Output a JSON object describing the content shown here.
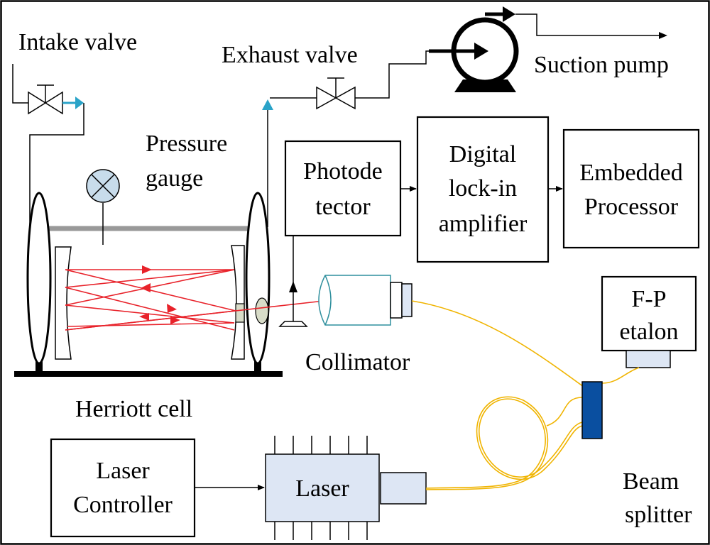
{
  "labels": {
    "intake_valve": "Intake valve",
    "exhaust_valve": "Exhaust valve",
    "suction_pump": "Suction pump",
    "pressure_gauge_line1": "Pressure",
    "pressure_gauge_line2": "gauge",
    "herriott_cell": "Herriott cell",
    "collimator": "Collimator",
    "beam_splitter_line1": "Beam",
    "beam_splitter_line2": "splitter"
  },
  "boxes": {
    "photodetector": {
      "line1": "Photode",
      "line2": "tector"
    },
    "lockin": {
      "line1": "Digital",
      "line2": "lock-in",
      "line3": "amplifier"
    },
    "processor": {
      "line1": "Embedded",
      "line2": "Processor"
    },
    "etalon": {
      "line1": "F-P",
      "line2": "etalon"
    },
    "laser_controller": {
      "line1": "Laser",
      "line2": "Controller"
    },
    "laser": {
      "line1": "Laser"
    }
  },
  "colors": {
    "beam": "#e8222a",
    "fiber": "#f0b400",
    "valve_port": "#2aa3c8",
    "splitter": "#0a4fa0",
    "component_fill": "#dde6f4",
    "collimator_stroke": "#2f8f9d"
  }
}
